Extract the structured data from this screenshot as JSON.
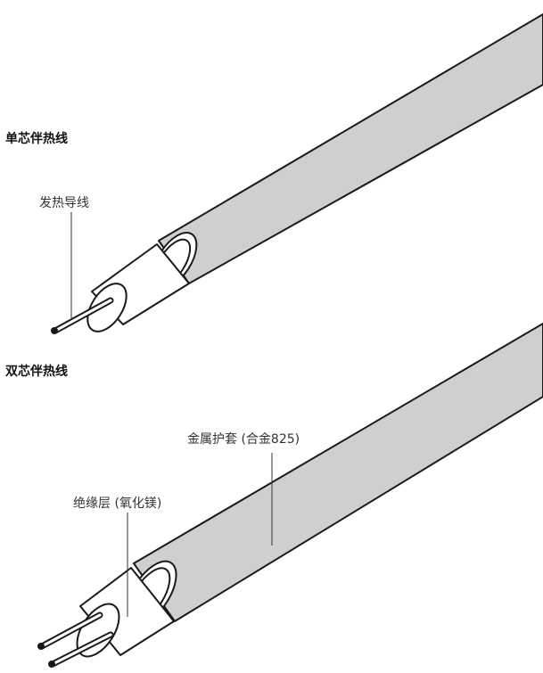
{
  "single": {
    "title": "单芯伴热线",
    "conductor_label": "发热导线"
  },
  "dual": {
    "title": "双芯伴热线",
    "sheath_label": "金属护套 (合金825)",
    "insulation_label": "绝缘层 (氧化镁)"
  },
  "colors": {
    "sheath": "#cfcfcf",
    "outline": "#1a1a1a",
    "insulation": "#ffffff"
  }
}
